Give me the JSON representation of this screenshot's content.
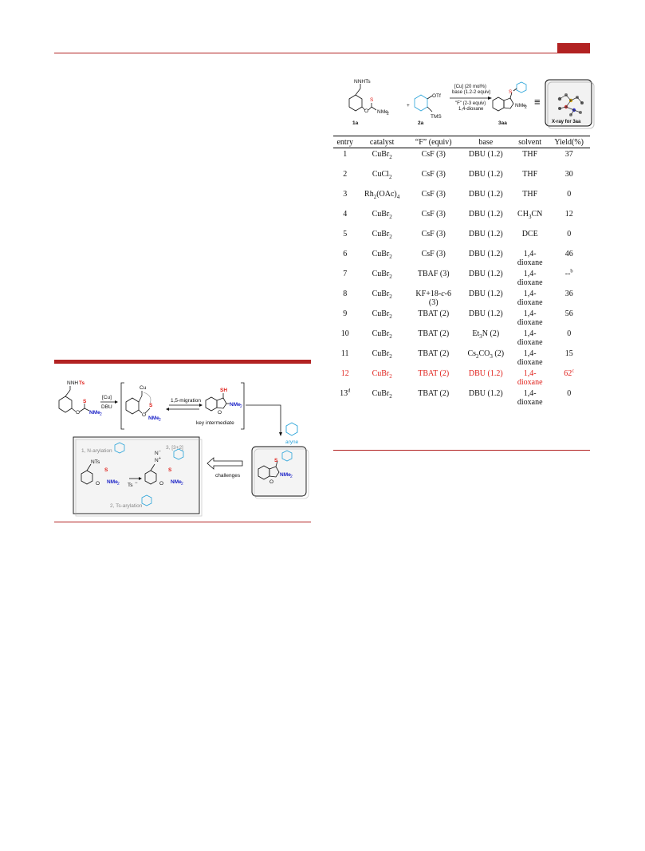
{
  "colors": {
    "accent": "#b22222",
    "highlight": "#e0201b",
    "aryne": "#29a3d9",
    "nme2": "#1d24c8",
    "sulfur": "#e0201b"
  },
  "scheme_top": {
    "reactant_1": {
      "group": "NNHTs",
      "sub1": "S",
      "sub2": "O",
      "sub3": "NMe",
      "sub3_sub": "2",
      "label": "1a"
    },
    "plus": "+",
    "reactant_2": {
      "group1": "OTf",
      "group2": "TMS",
      "label": "2a"
    },
    "conditions": [
      "[Cu] (20 mol%)",
      "base (1.2-2 equiv)",
      "\"F\" (2-3 equiv)",
      "1,4-dioxane"
    ],
    "product": {
      "s": "S",
      "nme2": "NMe",
      "nme2_sub": "2",
      "label": "3aa"
    },
    "equiv_sign": "≡",
    "xray_label": "X-ray for 3aa"
  },
  "table": {
    "headers": [
      "entry",
      "catalyst",
      "“F” (equiv)",
      "base",
      "solvent",
      "Yield(%)"
    ],
    "rows": [
      {
        "entry": "1",
        "catalyst": "CuBr",
        "catalyst_sub": "2",
        "f": "CsF (3)",
        "base": "DBU (1.2)",
        "solvent": "THF",
        "yield": "37"
      },
      {
        "entry": "2",
        "catalyst": "CuCl",
        "catalyst_sub": "2",
        "f": "CsF (3)",
        "base": "DBU (1.2)",
        "solvent": "THF",
        "yield": "30"
      },
      {
        "entry": "3",
        "catalyst": "Rh",
        "catalyst_sub": "2",
        "catalyst_tail": "(OAc)",
        "catalyst_tail_sub": "4",
        "f": "CsF (3)",
        "base": "DBU (1.2)",
        "solvent": "THF",
        "yield": "0"
      },
      {
        "entry": "4",
        "catalyst": "CuBr",
        "catalyst_sub": "2",
        "f": "CsF (3)",
        "base": "DBU (1.2)",
        "solvent": "CH",
        "solvent_sub": "3",
        "solvent_tail": "CN",
        "yield": "12"
      },
      {
        "entry": "5",
        "catalyst": "CuBr",
        "catalyst_sub": "2",
        "f": "CsF (3)",
        "base": "DBU (1.2)",
        "solvent": "DCE",
        "yield": "0"
      },
      {
        "entry": "6",
        "catalyst": "CuBr",
        "catalyst_sub": "2",
        "f": "CsF (3)",
        "base": "DBU (1.2)",
        "solvent": "1,4-",
        "solvent_line2": "dioxane",
        "yield": "46"
      },
      {
        "entry": "7",
        "catalyst": "CuBr",
        "catalyst_sub": "2",
        "f": "TBAF (3)",
        "base": "DBU (1.2)",
        "solvent": "1,4-",
        "solvent_line2": "dioxane",
        "yield": "--",
        "yield_sup": "b"
      },
      {
        "entry": "8",
        "catalyst": "CuBr",
        "catalyst_sub": "2",
        "f": "KF+18-",
        "f_italic": "c",
        "f_tail": "-6",
        "f_line2": "(3)",
        "base": "DBU (1.2)",
        "solvent": "1,4-",
        "solvent_line2": "dioxane",
        "yield": "36"
      },
      {
        "entry": "9",
        "catalyst": "CuBr",
        "catalyst_sub": "2",
        "f": "TBAT (2)",
        "base": "DBU (1.2)",
        "solvent": "1,4-",
        "solvent_line2": "dioxane",
        "yield": "56"
      },
      {
        "entry": "10",
        "catalyst": "CuBr",
        "catalyst_sub": "2",
        "f": "TBAT (2)",
        "base": "Et",
        "base_sub": "3",
        "base_tail": "N (2)",
        "solvent": "1,4-",
        "solvent_line2": "dioxane",
        "yield": "0"
      },
      {
        "entry": "11",
        "catalyst": "CuBr",
        "catalyst_sub": "2",
        "f": "TBAT (2)",
        "base": "Cs",
        "base_sub": "2",
        "base_tail": "CO",
        "base_tail_sub": "3",
        "base_tail2": " (2)",
        "solvent": "1,4-",
        "solvent_line2": "dioxane",
        "yield": "15"
      },
      {
        "entry": "12",
        "catalyst": "CuBr",
        "catalyst_sub": "2",
        "f": "TBAT (2)",
        "base": "DBU (1.2)",
        "solvent": "1,4-",
        "solvent_line2": "dioxane",
        "yield": "62",
        "yield_sup": "c",
        "highlight": true
      },
      {
        "entry": "13",
        "entry_sup": "d",
        "catalyst": "CuBr",
        "catalyst_sub": "2",
        "f": "TBAT (2)",
        "base": "DBU (1.2)",
        "solvent": "1,4-",
        "solvent_line2": "dioxane",
        "yield": "0"
      }
    ]
  },
  "scheme_left": {
    "start_group": "NNH",
    "start_group_ts": "Ts",
    "start_s": "S",
    "start_o": "O",
    "start_nme2": "NMe",
    "start_nme2_sub": "2",
    "arrow_top": "[Cu]",
    "arrow_bottom": "DBU",
    "cu_label": "Cu",
    "int_s": "S",
    "int_o": "O",
    "int_nme2": "NMe",
    "int_nme2_sub": "2",
    "migration_label": "1,5-migration",
    "sh_label": "SH",
    "key_o": "O",
    "key_nme2": "NMe",
    "key_nme2_sub": "2",
    "key_label": "key intermediate",
    "aryne_label": "aryne",
    "challenges_label": "challenges",
    "final_s": "S",
    "final_o": "O",
    "final_nme2": "NMe",
    "final_nme2_sub": "2",
    "n_arylation": "1, N-arylation",
    "ts_arylation": "2, Ts-arylation",
    "cyclo": "3, [3+2]",
    "box_nts": "NTs",
    "box_ts": "Ts",
    "box_ts_minus": "−",
    "box_n2": "N",
    "box_n2_plus": "+",
    "box_n2_minus": "−",
    "box_s": "S",
    "box_o": "O",
    "box_nme2": "NMe",
    "box_nme2_sub": "2"
  }
}
